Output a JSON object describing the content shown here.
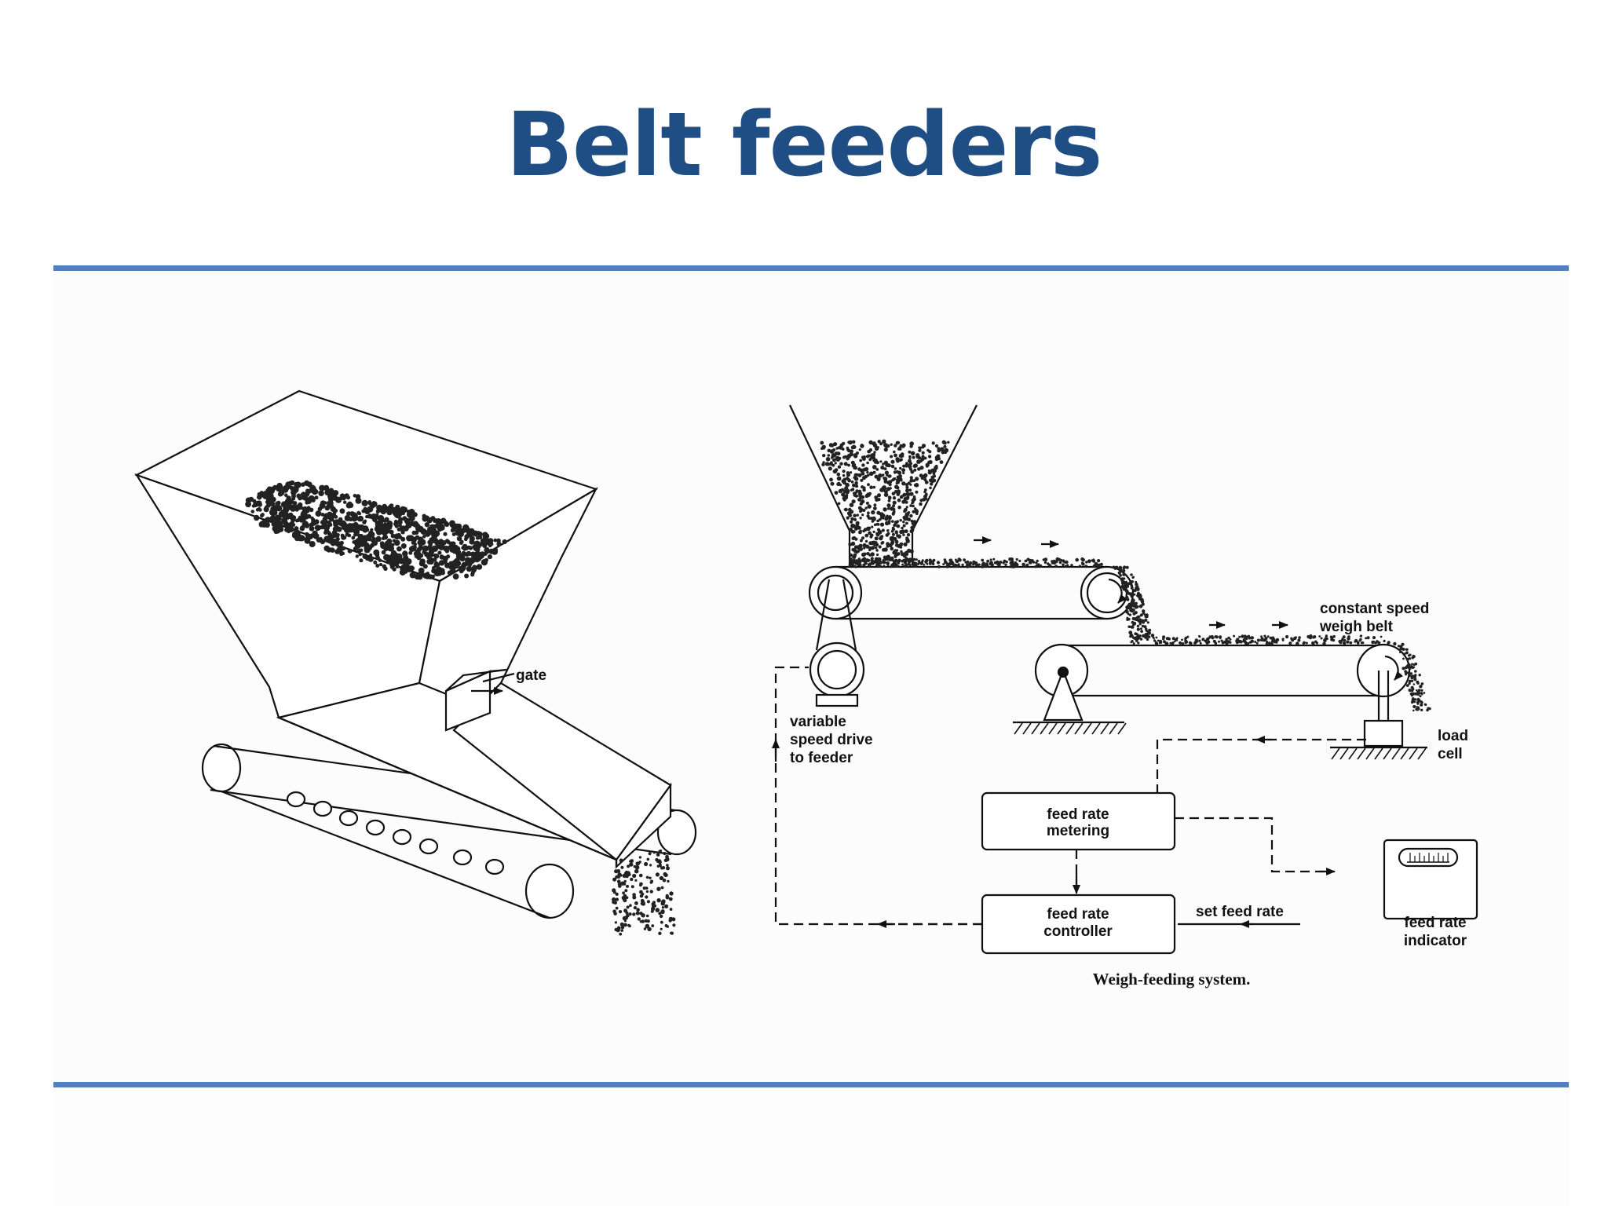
{
  "slide": {
    "title": "Belt feeders"
  },
  "left_figure": {
    "gate_label": "gate"
  },
  "right_figure": {
    "labels": {
      "constant_speed_1": "constant speed",
      "constant_speed_2": "weigh belt",
      "variable_1": "variable",
      "variable_2": "speed drive",
      "variable_3": "to feeder",
      "load_1": "load",
      "load_2": "cell",
      "metering_1": "feed rate",
      "metering_2": "metering",
      "controller_1": "feed rate",
      "controller_2": "controller",
      "set_feed_rate": "set feed rate",
      "indicator_1": "feed rate",
      "indicator_2": "indicator"
    },
    "caption": "Weigh-feeding system."
  },
  "colors": {
    "title": "#1f4e85",
    "rule": "#4f81bd",
    "ink": "#111111"
  }
}
